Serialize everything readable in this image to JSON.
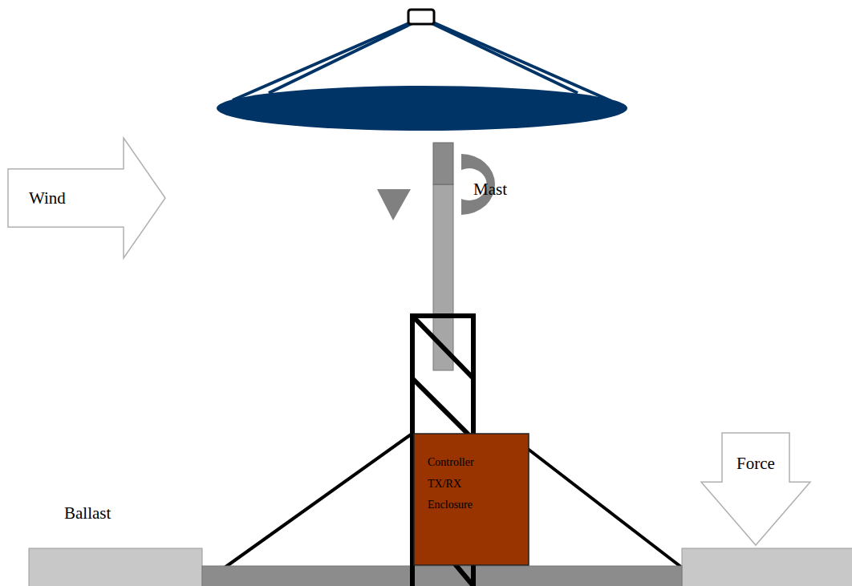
{
  "diagram": {
    "nodes": [
      {
        "text": [
          "Wind"
        ]
      },
      {
        "text": [
          "Controller TX/RX Enclosure"
        ]
      },
      {
        "text": [
          "Force"
        ]
      }
    ],
    "labels": [
      "Mast",
      "Ballast"
    ]
  }
}
